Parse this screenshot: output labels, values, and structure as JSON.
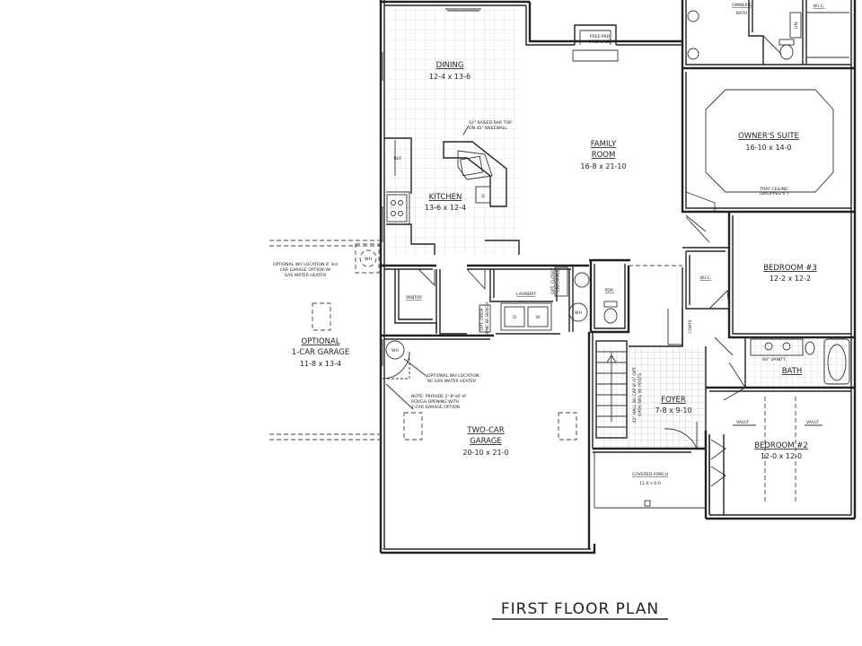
{
  "plan_title": "FIRST FLOOR PLAN",
  "rooms": {
    "dining": {
      "name": "DINING",
      "dims": "12-4 x 13-6"
    },
    "family": {
      "name": "FAMILY",
      "name2": "ROOM",
      "dims": "16-8 x 21-10"
    },
    "kitchen": {
      "name": "KITCHEN",
      "dims": "13-6 x 12-4"
    },
    "owners_suite": {
      "name": "OWNER'S SUITE",
      "dims": "16-10 x 14-0"
    },
    "owners_bath": {
      "name": "OWNER'S",
      "name2": "BATH"
    },
    "owners_wic": {
      "name": "W.I.C."
    },
    "linen": {
      "name": "LIN."
    },
    "bedroom3": {
      "name": "BEDROOM #3",
      "dims": "12-2 x 12-2"
    },
    "wic2": {
      "name": "W.I.C."
    },
    "coats": {
      "name": "COATS"
    },
    "bath": {
      "name": "BATH"
    },
    "pantry": {
      "name": "PANTRY"
    },
    "laundry": {
      "name": "LAUNDRY"
    },
    "pdr": {
      "name": "PDR."
    },
    "foyer": {
      "name": "FOYER",
      "dims": "7-8 x 9-10"
    },
    "bedroom2": {
      "name": "BEDROOM #2",
      "dims": "12-0 x 12-0"
    },
    "garage": {
      "name": "TWO-CAR",
      "name2": "GARAGE",
      "dims": "20-10 x 21-0"
    },
    "optional_garage": {
      "name": "OPTIONAL",
      "name2": "1-CAR GARAGE",
      "dims": "11-8 x 13-4"
    },
    "porch": {
      "name": "COVERED PORCH",
      "dims": "11-6 x 6-0"
    }
  },
  "notes": {
    "fireplace": [
      "FREE-PAD",
      "FIREPLACE"
    ],
    "bar_top": [
      "42\" RAISED BAR TOP",
      "ON 45° KNEEWALL"
    ],
    "tray_ceiling": [
      "TRAY CEILING",
      "(DROPPED 6\")"
    ],
    "optional_wh": [
      "OPTIONAL WH LOCATION IF 3rd",
      "CAR GARAGE OPTION W/",
      "GAS WATER HEATER"
    ],
    "optional_wh2": [
      "OPTIONAL WH LOCATION",
      "W/ GAS WATER HEATER"
    ],
    "rough_opening": [
      "NOTE: PROVIDE 2'-8\"x6'-8\"",
      "ROUGH OPENING WITH",
      "1-CAR GARAGE OPTION"
    ],
    "opt_wall": [
      "OPT. CLOSET",
      "CATCH-ALL",
      "DROP ZONE"
    ],
    "opt_drop": [
      "OPT. DROP",
      "ZONE W/ BENCH"
    ],
    "half_wall": [
      "42\" HALL W/ CAP 8'-0\" OPT.",
      "OPEN RAIL W/ POSTS"
    ],
    "vanity": "60\" VANITY",
    "vault_left": "VAULT",
    "vault_right": "VAULT",
    "wh_garage": "WH",
    "wh_pdr": "WH",
    "wh_opt": "WH",
    "ref": "REF",
    "dw": "D"
  }
}
